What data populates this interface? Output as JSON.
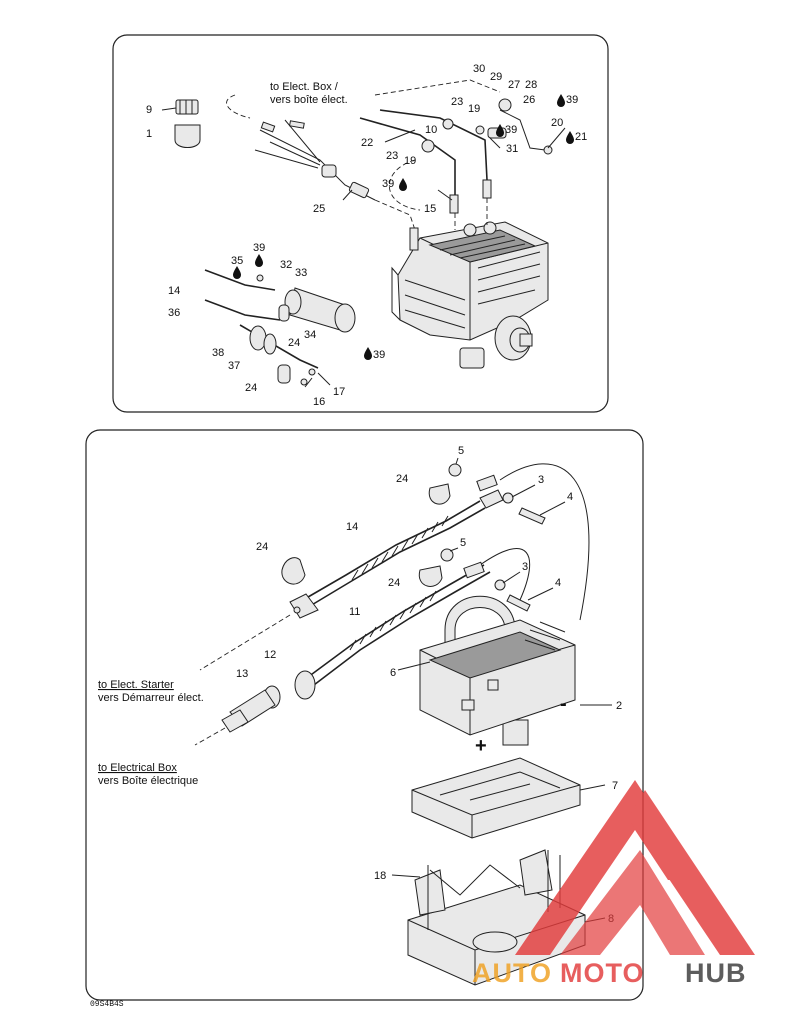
{
  "top_panel": {
    "labels": {
      "to_box_en": "to Elect. Box /",
      "to_box_fr": "vers boîte élect."
    },
    "callouts": [
      "9",
      "1",
      "30",
      "29",
      "27",
      "28",
      "23",
      "19",
      "26",
      "39",
      "10",
      "39",
      "20",
      "22",
      "21",
      "23",
      "31",
      "19",
      "39",
      "15",
      "25",
      "39",
      "35",
      "32",
      "33",
      "14",
      "36",
      "24",
      "34",
      "38",
      "37",
      "39",
      "24",
      "17",
      "16"
    ]
  },
  "bottom_panel": {
    "labels": {
      "starter_en": "to Elect. Starter",
      "starter_fr": "vers Démarreur élect.",
      "ebox_en": "to Electrical Box",
      "ebox_fr": "vers Boîte électrique"
    },
    "symbols": {
      "negative": "-",
      "positive": "+"
    },
    "callouts": [
      "5",
      "24",
      "3",
      "4",
      "14",
      "24",
      "5",
      "24",
      "3",
      "4",
      "11",
      "12",
      "6",
      "2",
      "13",
      "7",
      "18",
      "8"
    ]
  },
  "drawing_code": "09S4B4S",
  "watermark": {
    "text_a": "AUTO",
    "text_b": "MOTO",
    "text_c": "HUB",
    "color_primary": "#e23b3b",
    "color_dark": "#3a3a3a"
  }
}
